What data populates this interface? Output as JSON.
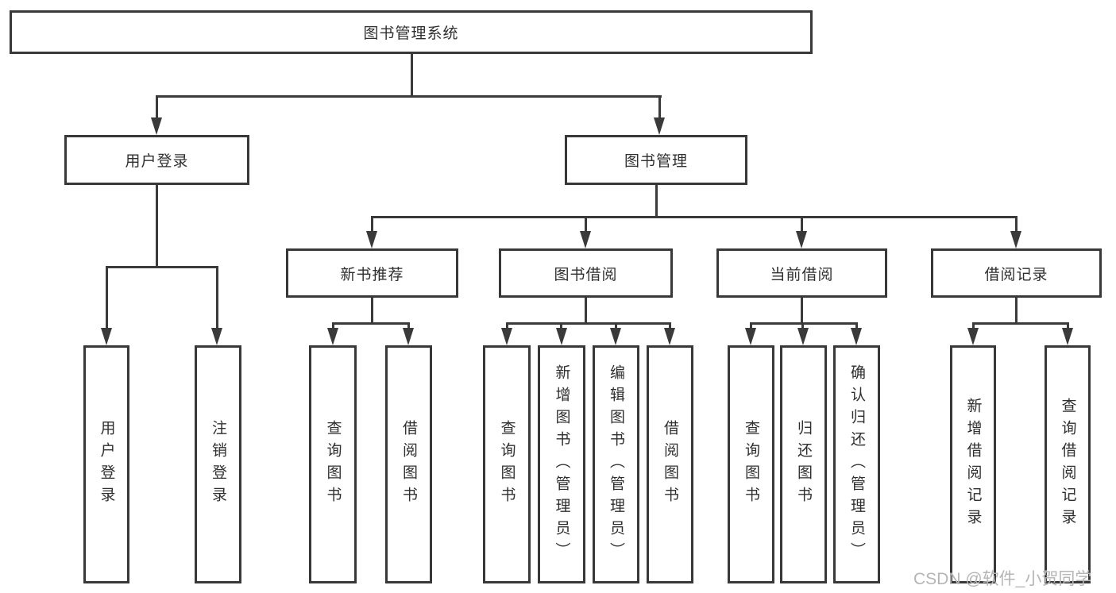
{
  "diagram": {
    "type": "hierarchy-tree",
    "title": "图书管理系统",
    "watermark": "CSDN @软件_小贺同学",
    "colors": {
      "line": "#3a3a3a",
      "border": "#383838",
      "text": "#2f2f2f",
      "watermark": "#b5b5b5",
      "bg": "#ffffff"
    },
    "tree": {
      "label": "图书管理系统",
      "children": [
        {
          "label": "用户登录",
          "children": [
            {
              "label": "用户登录"
            },
            {
              "label": "注销登录"
            }
          ]
        },
        {
          "label": "图书管理",
          "children": [
            {
              "label": "新书推荐",
              "children": [
                {
                  "label": "查询图书"
                },
                {
                  "label": "借阅图书"
                }
              ]
            },
            {
              "label": "图书借阅",
              "children": [
                {
                  "label": "查询图书"
                },
                {
                  "label": "新增图书（管理员）"
                },
                {
                  "label": "编辑图书（管理员）"
                },
                {
                  "label": "借阅图书"
                }
              ]
            },
            {
              "label": "当前借阅",
              "children": [
                {
                  "label": "查询图书"
                },
                {
                  "label": "归还图书"
                },
                {
                  "label": "确认归还（管理员）"
                }
              ]
            },
            {
              "label": "借阅记录",
              "children": [
                {
                  "label": "新增借阅记录"
                },
                {
                  "label": "查询借阅记录"
                }
              ]
            }
          ]
        }
      ]
    }
  }
}
